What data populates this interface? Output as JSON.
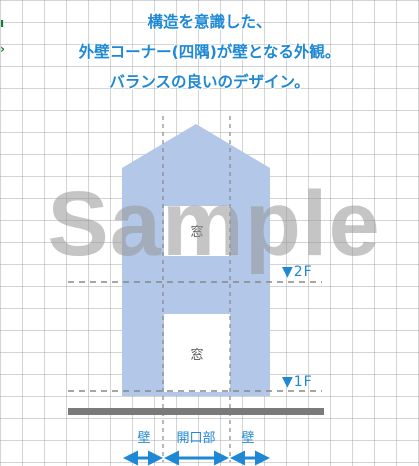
{
  "caption": {
    "line1": "構造を意識した、",
    "line2": "外壁コーナー(四隅)が壁となる外観。",
    "line3": "バランスの良いのデザイン。"
  },
  "edge_marks": [
    "ı",
    "›"
  ],
  "windows": {
    "upper": "窓",
    "lower": "窓"
  },
  "floors": {
    "upper": "▼2F",
    "lower": "▼1F"
  },
  "segments": {
    "left": "壁",
    "center": "開口部",
    "right": "壁"
  },
  "watermark": "Sample",
  "colors": {
    "building": "#b3c7e8",
    "window": "#ffffff",
    "accent": "#1e88d4",
    "ground": "#7a7a7a",
    "dash": "#888888"
  }
}
